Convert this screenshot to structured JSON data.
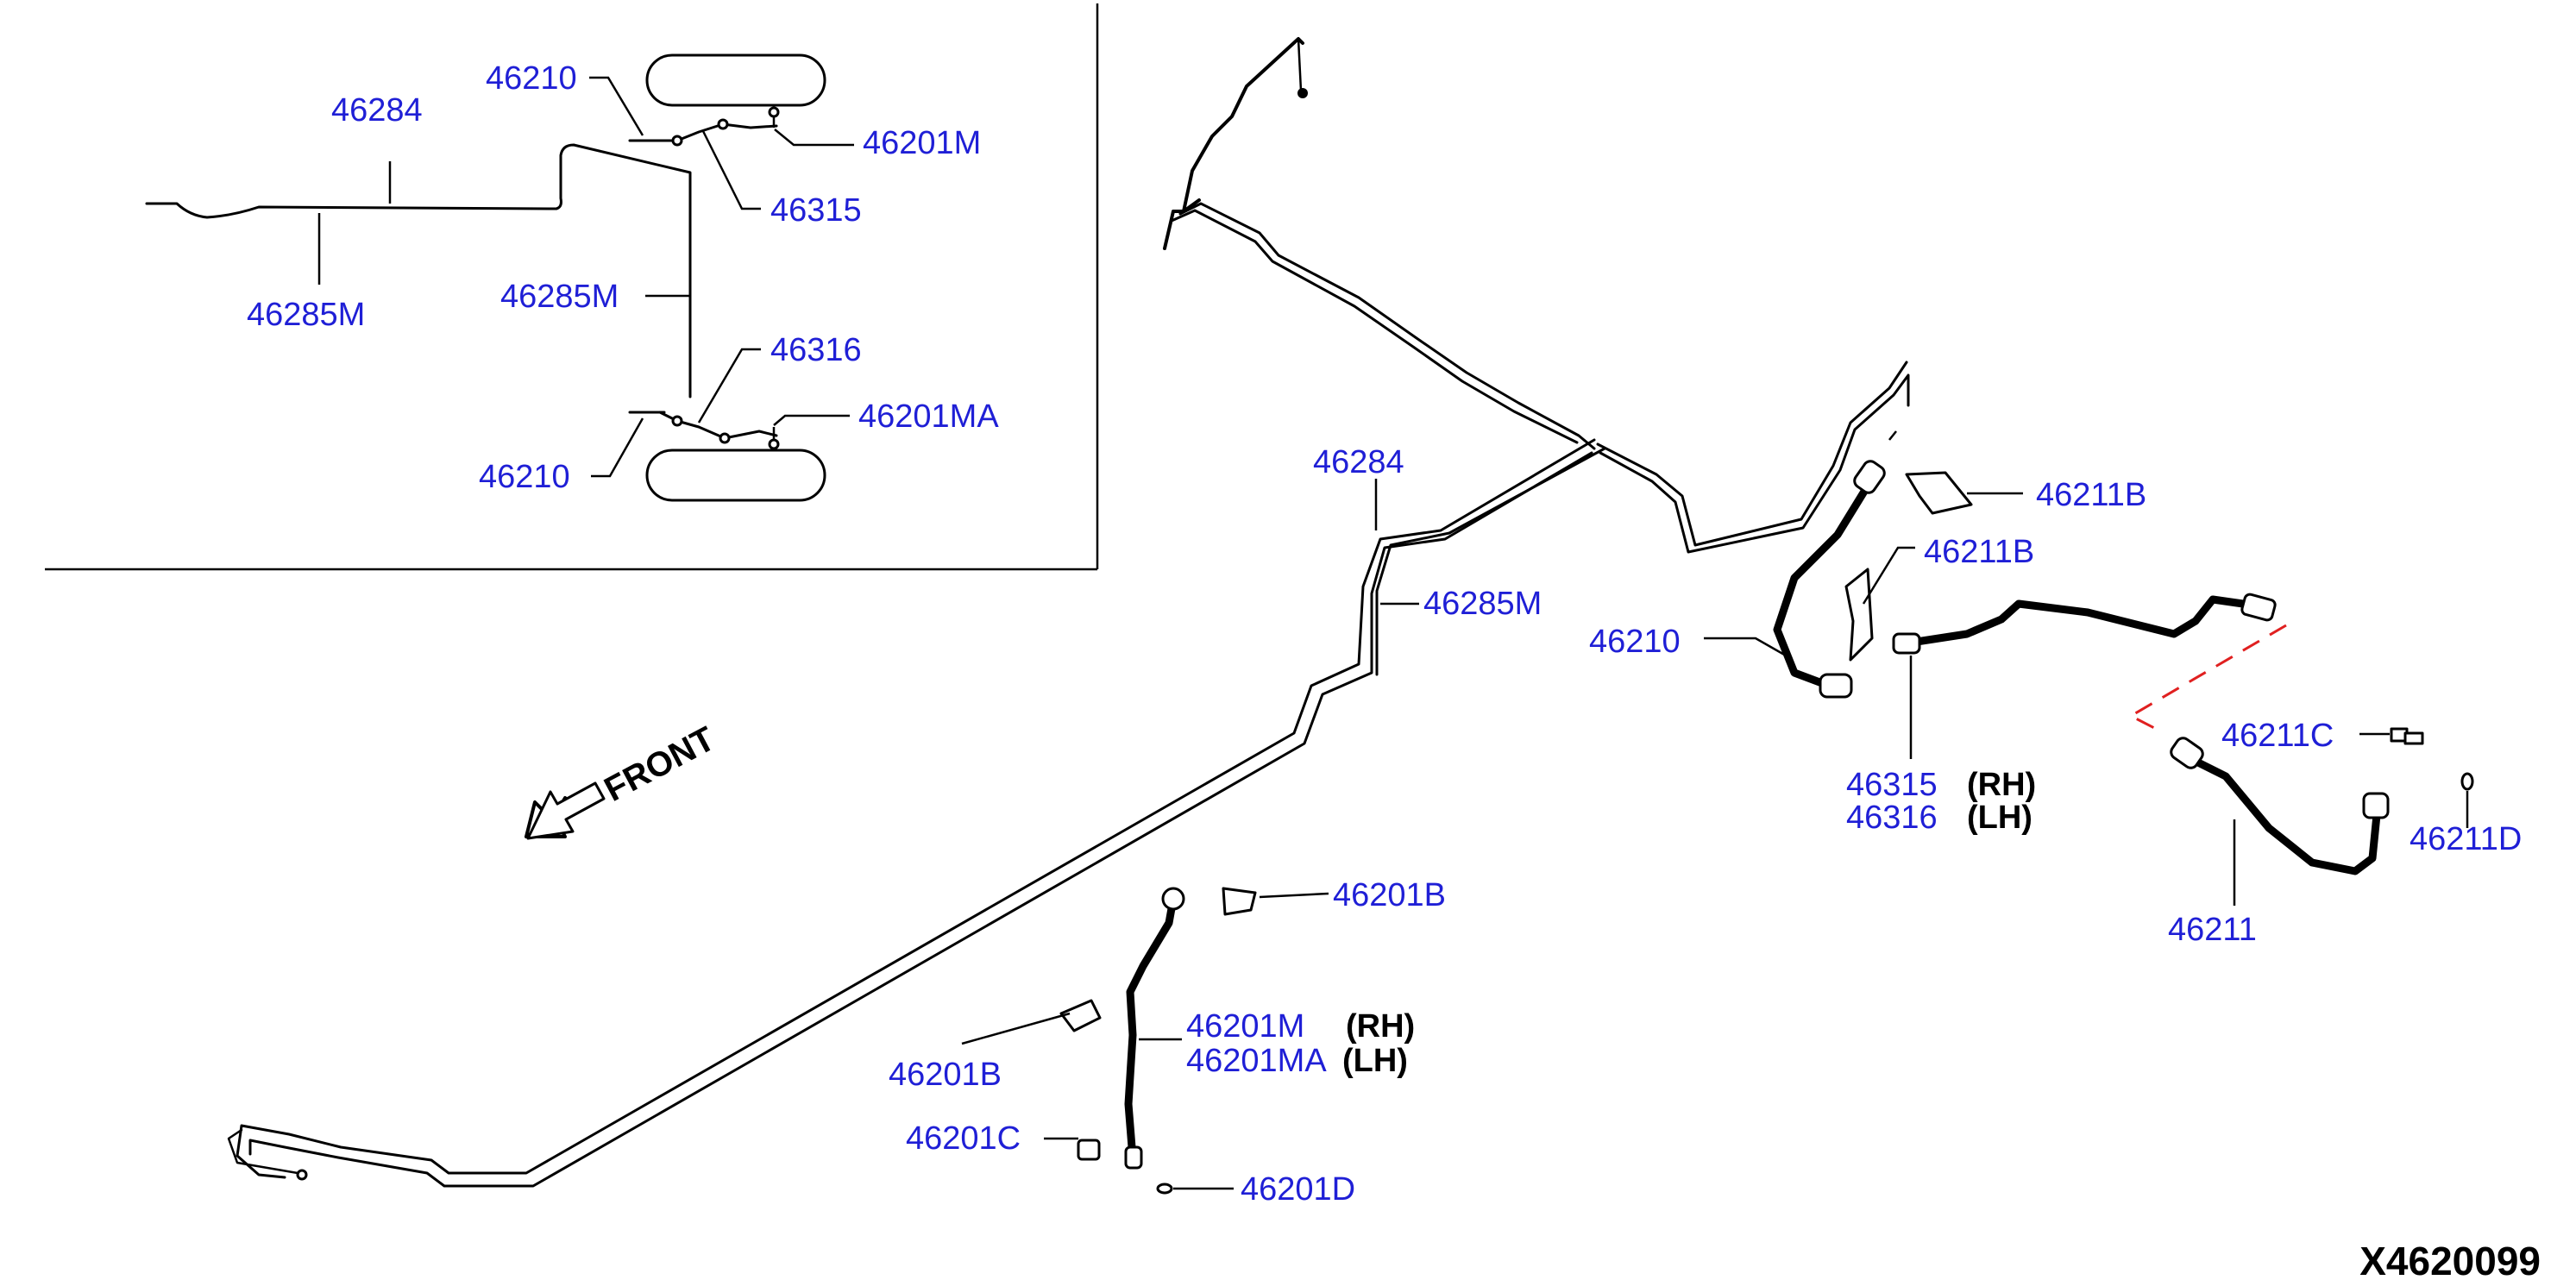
{
  "diagram": {
    "reference": "X4620099",
    "front_label": "FRONT",
    "inset_labels": {
      "p46210_top": "46210",
      "p46284": "46284",
      "p46201M": "46201M",
      "p46315": "46315",
      "p46285M": "46285M",
      "p46285M_v": "46285M",
      "p46316": "46316",
      "p46201MA": "46201MA",
      "p46210_bot": "46210"
    },
    "main_labels": {
      "p46284": "46284",
      "p46285M": "46285M",
      "p46210": "46210",
      "p46211B_1": "46211B",
      "p46211B_2": "46211B",
      "p46315": "46315",
      "p46316": "46316",
      "p46211C": "46211C",
      "p46211D": "46211D",
      "p46211": "46211",
      "p46201B_1": "46201B",
      "p46201B_2": "46201B",
      "p46201M": "46201M",
      "p46201MA": "46201MA",
      "p46201C": "46201C",
      "p46201D": "46201D"
    },
    "side_labels": {
      "rh": "(RH)",
      "lh": "(LH)",
      "rh2": "(RH)",
      "lh2": "(LH)"
    },
    "colors": {
      "label": "#1f1fd6",
      "line": "#000000",
      "dash": "#e02020"
    }
  }
}
